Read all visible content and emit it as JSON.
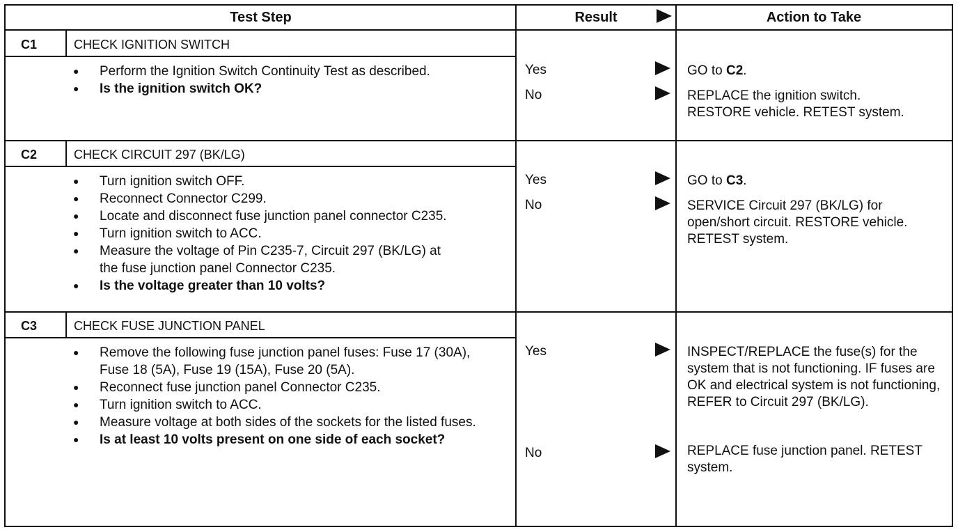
{
  "header": {
    "test_step": "Test Step",
    "result": "Result",
    "action": "Action to Take"
  },
  "steps": [
    {
      "id": "C1",
      "title": "CHECK IGNITION SWITCH",
      "bullets": [
        "Perform the Ignition Switch Continuity Test as described.",
        "Is the ignition switch OK?"
      ],
      "results": [
        {
          "label": "Yes",
          "action_prefix": "GO to ",
          "action_bold": "C2",
          "action_suffix": "."
        },
        {
          "label": "No",
          "action_prefix": "REPLACE the ignition switch. RESTORE vehicle. RETEST system.",
          "action_bold": "",
          "action_suffix": ""
        }
      ]
    },
    {
      "id": "C2",
      "title": "CHECK CIRCUIT 297 (BK/LG)",
      "bullets": [
        "Turn ignition switch OFF.",
        "Reconnect Connector C299.",
        "Locate and disconnect fuse junction panel connector C235.",
        "Turn ignition switch to ACC.",
        "Measure the voltage of Pin C235-7, Circuit 297 (BK/LG) at the fuse junction panel Connector C235.",
        "Is the voltage greater than 10 volts?"
      ],
      "results": [
        {
          "label": "Yes",
          "action_prefix": "GO to ",
          "action_bold": "C3",
          "action_suffix": "."
        },
        {
          "label": "No",
          "action_prefix": "SERVICE Circuit 297 (BK/LG) for open/short circuit. RESTORE vehicle. RETEST system.",
          "action_bold": "",
          "action_suffix": ""
        }
      ]
    },
    {
      "id": "C3",
      "title": "CHECK FUSE JUNCTION PANEL",
      "bullets": [
        "Remove the following fuse junction panel fuses: Fuse 17 (30A), Fuse 18 (5A), Fuse 19 (15A), Fuse 20 (5A).",
        "Reconnect fuse junction panel Connector C235.",
        "Turn ignition switch to ACC.",
        "Measure voltage at both sides of the sockets for the listed fuses.",
        "Is at least 10 volts present on one side of each socket?"
      ],
      "results": [
        {
          "label": "Yes",
          "action_prefix": "INSPECT/REPLACE the fuse(s) for the system that is not functioning. IF fuses are OK and electrical system is not functioning, REFER to Circuit 297 (BK/LG).",
          "action_bold": "",
          "action_suffix": ""
        },
        {
          "label": "No",
          "action_prefix": "REPLACE fuse junction panel. RETEST system.",
          "action_bold": "",
          "action_suffix": ""
        }
      ]
    }
  ]
}
